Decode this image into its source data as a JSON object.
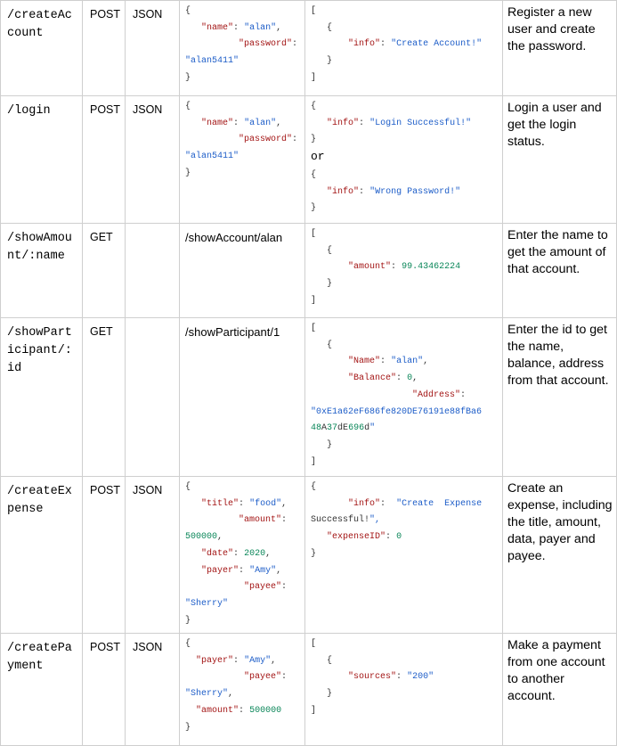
{
  "rows": [
    {
      "endpoint": "/createAccount",
      "method": "POST",
      "format": "JSON",
      "example": "",
      "request": [
        "{",
        "   \"name\": \"alan\",",
        "          \"password\":",
        "\"alan5411\"",
        "}"
      ],
      "response": [
        "[",
        "   {",
        "       \"info\": \"Create Account!\"",
        "   }",
        "]"
      ],
      "description": "Register a new user and create the password."
    },
    {
      "endpoint": "/login",
      "method": "POST",
      "format": "JSON",
      "example": "",
      "request": [
        "{",
        "   \"name\": \"alan\",",
        "          \"password\":",
        "\"alan5411\"",
        "}"
      ],
      "response": [
        "{",
        "   \"info\": \"Login Successful!\"",
        "}",
        "or",
        "{",
        "   \"info\": \"Wrong Password!\"",
        "}"
      ],
      "description": "Login a user and get the login status."
    },
    {
      "endpoint": "/showAmount/:name",
      "method": "GET",
      "format": "",
      "example": "/showAccount/alan",
      "request": [],
      "response": [
        "[",
        "   {",
        "       \"amount\": 99.43462224",
        "   }",
        "]"
      ],
      "description": "Enter the name to get the amount of that account."
    },
    {
      "endpoint": "/showParticipant/:id",
      "method": "GET",
      "format": "",
      "example": "/showParticipant/1",
      "request": [],
      "response": [
        "[",
        "   {",
        "       \"Name\": \"alan\",",
        "       \"Balance\": 0,",
        "                   \"Address\":",
        "\"0xE1a62eF686fe820DE76191e88fBa6",
        "48A37dE696d\"",
        "   }",
        "]"
      ],
      "description": "Enter the id to get the name, balance, address from that account."
    },
    {
      "endpoint": "/createExpense",
      "method": "POST",
      "format": "JSON",
      "example": "",
      "request": [
        "{",
        "   \"title\": \"food\",",
        "          \"amount\":",
        "500000,",
        "   \"date\": 2020,",
        "   \"payer\": \"Amy\",",
        "           \"payee\":",
        "\"Sherry\"",
        "}"
      ],
      "response": [
        "{",
        "       \"info\":  \"Create  Expense",
        "Successful!\",",
        "   \"expenseID\": 0",
        "}"
      ],
      "description": "Create an expense, including the title, amount, data, payer and payee."
    },
    {
      "endpoint": "/createPayment",
      "method": "POST",
      "format": "JSON",
      "example": "",
      "request": [
        "{",
        "  \"payer\": \"Amy\",",
        "           \"payee\":",
        "\"Sherry\",",
        "  \"amount\": 500000",
        "}"
      ],
      "response": [
        "[",
        "   {",
        "       \"sources\": \"200\"",
        "   }",
        "]"
      ],
      "description": "Make a payment from one account to another account."
    }
  ],
  "colors": {
    "key": "#a31515",
    "string": "#1d5dc8",
    "number": "#098658",
    "border": "#cfcfcf"
  }
}
